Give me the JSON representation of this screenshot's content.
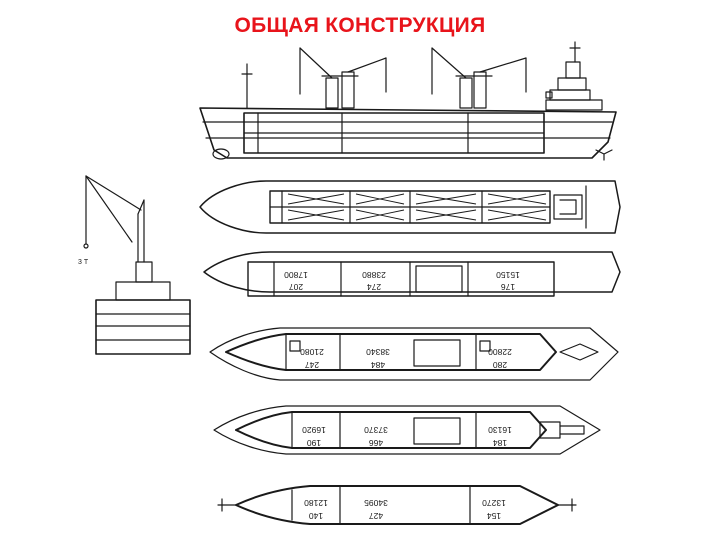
{
  "title": "ОБЩАЯ КОНСТРУКЦИЯ",
  "colors": {
    "title": "#e8141b",
    "line": "#1a1a1a",
    "paper": "#ffffff"
  },
  "crane_label": "3 Т",
  "decks": {
    "d2": [
      {
        "top": "17800",
        "bottom": "207"
      },
      {
        "top": "23880",
        "bottom": "274"
      },
      {
        "top": "15150",
        "bottom": "176"
      }
    ],
    "d3": [
      {
        "top": "21080",
        "bottom": "247"
      },
      {
        "top": "38340",
        "bottom": "484"
      },
      {
        "top": "22800",
        "bottom": "280"
      }
    ],
    "d4": [
      {
        "top": "16920",
        "bottom": "190"
      },
      {
        "top": "37370",
        "bottom": "466"
      },
      {
        "top": "16130",
        "bottom": "184"
      }
    ],
    "d5": [
      {
        "top": "12180",
        "bottom": "140"
      },
      {
        "top": "34095",
        "bottom": "427"
      },
      {
        "top": "13270",
        "bottom": "154"
      }
    ]
  }
}
